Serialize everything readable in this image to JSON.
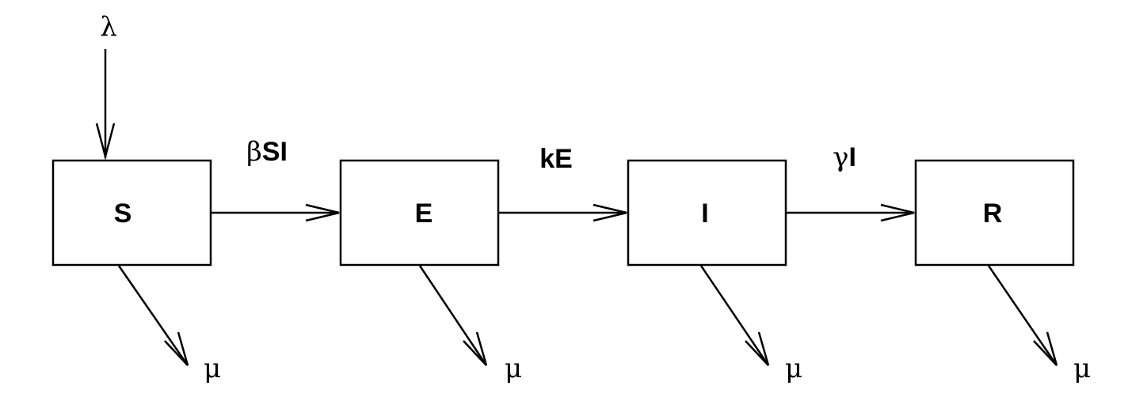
{
  "nodes": [
    {
      "id": "S",
      "label": "S"
    },
    {
      "id": "E",
      "label": "E"
    },
    {
      "id": "I",
      "label": "I"
    },
    {
      "id": "R",
      "label": "R"
    }
  ],
  "inflow": {
    "symbol": "λ",
    "target": "S"
  },
  "transitions": [
    {
      "from": "S",
      "to": "E",
      "symbol": "β",
      "term": "SI"
    },
    {
      "from": "E",
      "to": "I",
      "symbol": "",
      "term": "kE"
    },
    {
      "from": "I",
      "to": "R",
      "symbol": "γ",
      "term": "I"
    }
  ],
  "outflows": [
    {
      "from": "S",
      "symbol": "μ"
    },
    {
      "from": "E",
      "symbol": "μ"
    },
    {
      "from": "I",
      "symbol": "μ"
    },
    {
      "from": "R",
      "symbol": "μ"
    }
  ]
}
